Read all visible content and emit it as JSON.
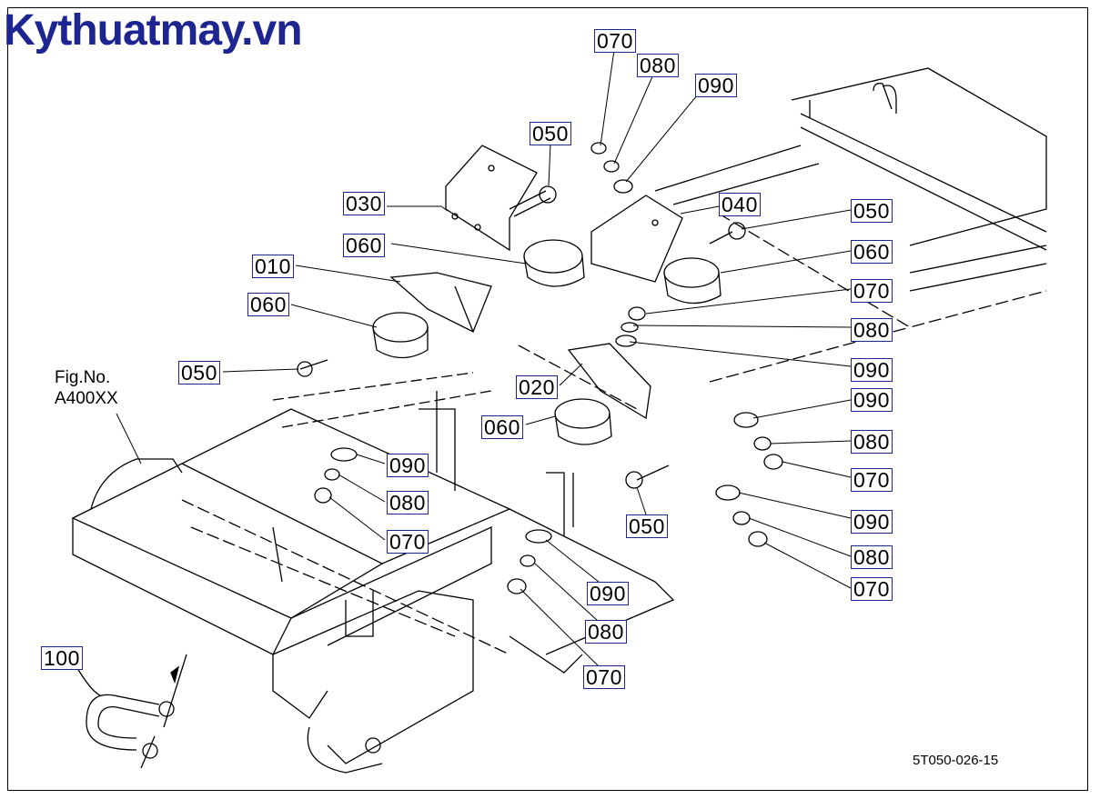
{
  "brand": "Kythuatmay.vn",
  "figure_reference": {
    "line1": "Fig.No.",
    "line2": "A400XX"
  },
  "drawing_code": "5T050-026-15",
  "callouts": [
    {
      "id": "070_a",
      "label": "070"
    },
    {
      "id": "080_a",
      "label": "080"
    },
    {
      "id": "090_a",
      "label": "090"
    },
    {
      "id": "050_a",
      "label": "050"
    },
    {
      "id": "030",
      "label": "030"
    },
    {
      "id": "040",
      "label": "040"
    },
    {
      "id": "050_b",
      "label": "050"
    },
    {
      "id": "060_a",
      "label": "060"
    },
    {
      "id": "060_b",
      "label": "060"
    },
    {
      "id": "010",
      "label": "010"
    },
    {
      "id": "070_b",
      "label": "070"
    },
    {
      "id": "060_c",
      "label": "060"
    },
    {
      "id": "080_b",
      "label": "080"
    },
    {
      "id": "050_c",
      "label": "050"
    },
    {
      "id": "090_b",
      "label": "090"
    },
    {
      "id": "020",
      "label": "020"
    },
    {
      "id": "090_c",
      "label": "090"
    },
    {
      "id": "060_d",
      "label": "060"
    },
    {
      "id": "080_c",
      "label": "080"
    },
    {
      "id": "090_d",
      "label": "090"
    },
    {
      "id": "070_c",
      "label": "070"
    },
    {
      "id": "080_d",
      "label": "080"
    },
    {
      "id": "050_d",
      "label": "050"
    },
    {
      "id": "070_d",
      "label": "070"
    },
    {
      "id": "090_e",
      "label": "090"
    },
    {
      "id": "080_e",
      "label": "080"
    },
    {
      "id": "070_e",
      "label": "070"
    },
    {
      "id": "090_f",
      "label": "090"
    },
    {
      "id": "080_f",
      "label": "080"
    },
    {
      "id": "070_f",
      "label": "070"
    },
    {
      "id": "100",
      "label": "100"
    }
  ]
}
